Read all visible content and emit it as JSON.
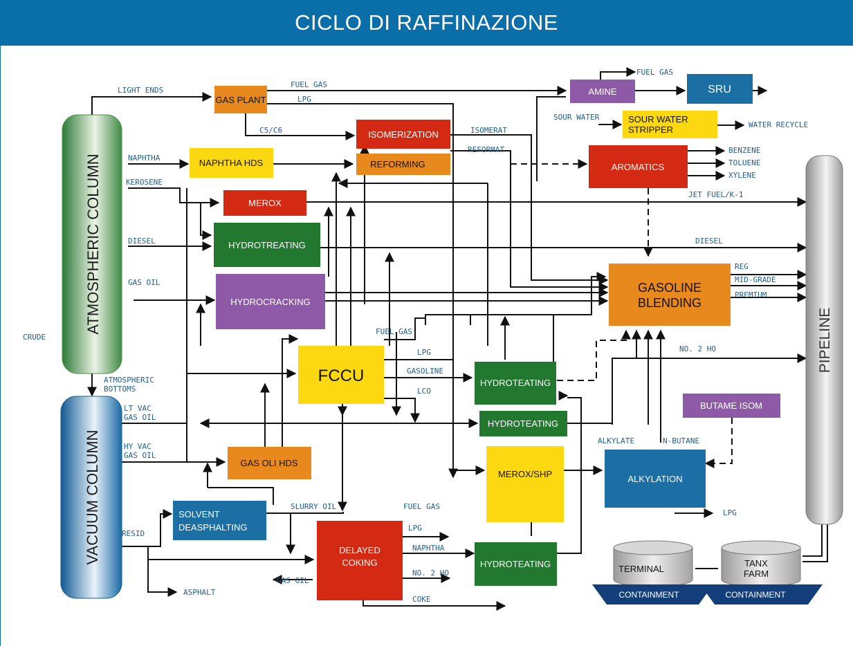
{
  "title": "CICLO DI RAFFINAZIONE",
  "colors": {
    "header": "#0a6ea8",
    "orange": "#e8891d",
    "yellow": "#fbd80f",
    "red": "#d42912",
    "green": "#23782f",
    "purple": "#8e5aa7",
    "blue": "#1b6fa5",
    "label": "#1f5e8f"
  },
  "columns": {
    "atmospheric": "ATMOSPHERIC COLUMN",
    "vacuum": "VACUUM COLUMN",
    "pipeline": "PIPELINE"
  },
  "units": {
    "gas_plant": "GAS PLANT",
    "naphtha_hds": "NAPHTHA HDS",
    "merox": "MEROX",
    "hydrotreating": "HYDROTREATING",
    "hydrocracking": "HYDROCRACKING",
    "isomerization": "ISOMERIZATION",
    "reforming": "REFORMING",
    "amine": "AMINE",
    "sru": "SRU",
    "sour_water_stripper_1": "SOUR WATER",
    "sour_water_stripper_2": "STRIPPER",
    "aromatics": "AROMATICS",
    "gasoline_blending_1": "GASOLINE",
    "gasoline_blending_2": "BLENDING",
    "fccu": "FCCU",
    "hydroteating_1": "HYDROTEATING",
    "hydroteating_2": "HYDROTEATING",
    "hydroteating_3": "HYDROTEATING",
    "gas_oli_hds": "GAS OLI HDS",
    "solvent_deasphalting_1": "SOLVENT",
    "solvent_deasphalting_2": "DEASPHALTING",
    "delayed_coking_1": "DELAYED",
    "delayed_coking_2": "COKING",
    "merox_shp": "MEROX/SHP",
    "alkylation": "ALKYLATION",
    "butame_isom": "BUTAME ISOM",
    "terminal": "TERMINAL",
    "tanx_farm_1": "TANX",
    "tanx_farm_2": "FARM",
    "containment_1": "CONTAINMENT",
    "containment_2": "CONTAINMENT"
  },
  "labels": {
    "crude": "CRUDE",
    "light_ends": "LIGHT ENDS",
    "naphtha": "NAPHTHA",
    "kerosene": "KEROSENE",
    "diesel_in": "DIESEL",
    "gas_oil_in": "GAS OIL",
    "atm_bottoms_1": "ATMOSPHERIC",
    "atm_bottoms_2": "BOTTOMS",
    "lt_vac_1": "LT VAC",
    "lt_vac_2": "GAS OIL",
    "hy_vac_1": "HY VAC",
    "hy_vac_2": "GAS OIL",
    "resid": "RESID",
    "asphalt": "ASPHALT",
    "fuel_gas_top": "FUEL GAS",
    "lpg_top": "LPG",
    "c5c6": "C5/C6",
    "fuel_gas_amine": "FUEL GAS",
    "sour_water": "SOUR WATER",
    "water_recycle": "WATER RECYCLE",
    "isomerat": "ISOMERAT",
    "reformat": "REFORMAT",
    "benzene": "BENZENE",
    "toluene": "TOLUENE",
    "xylene": "XYLENE",
    "jet_fuel": "JET FUEL/K-1",
    "diesel_out": "DIESEL",
    "reg": "REG",
    "mid_grade": "MID-GRADE",
    "premium": "PREMIUM",
    "no2ho_top": "NO. 2 HO",
    "fuel_gas_fccu": "FUEL GAS",
    "lpg_fccu": "LPG",
    "gasoline_fccu": "GASOLINE",
    "lco": "LCO",
    "alkylate": "ALKYLATE",
    "n_butane": "N-BUTANE",
    "lpg_alky": "LPG",
    "slurry_oil": "SLURRY OIL",
    "fuel_gas_coker": "FUEL GAS",
    "lpg_coker": "LPG",
    "naphtha_coker": "NAPHTHA",
    "no2ho_coker": "NO. 2 HO",
    "gas_oil_coker": "GAS OIL",
    "coke": "COKE"
  }
}
